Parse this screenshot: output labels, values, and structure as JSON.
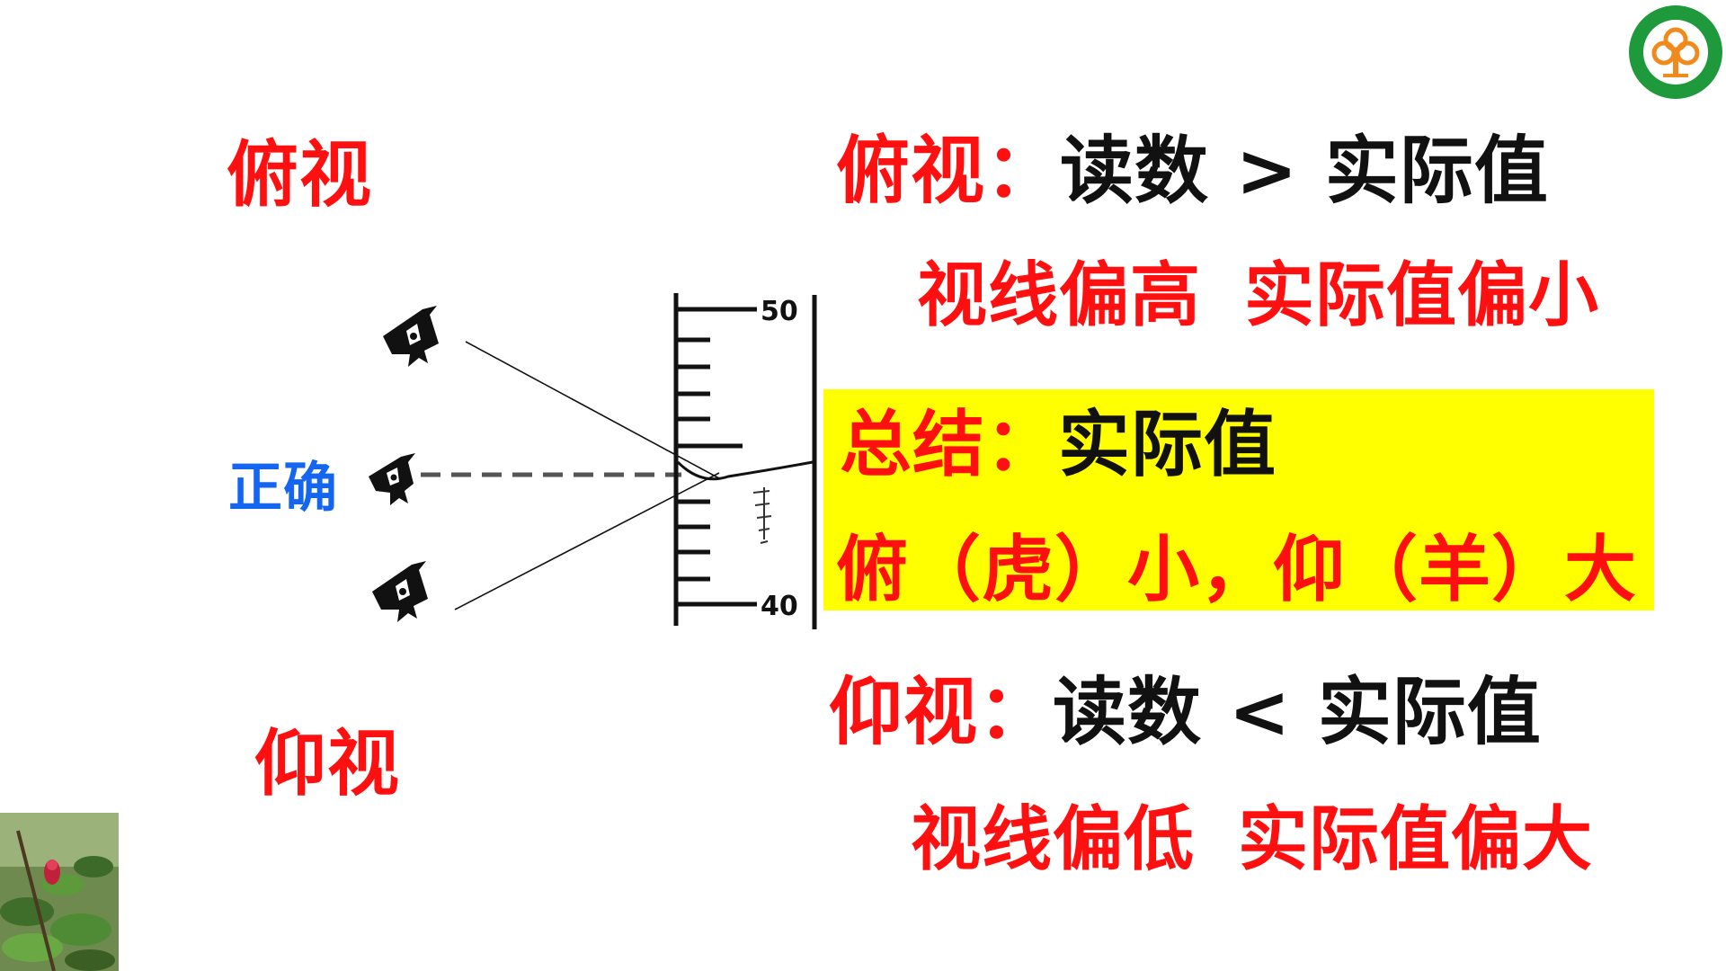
{
  "left_labels": {
    "fushi": "俯视",
    "zhengque": "正确",
    "yangshi": "仰视"
  },
  "fushi": {
    "prefix": "俯视",
    "colon": "：",
    "statement": "读数 > 实际值",
    "sub_a": "视线偏高",
    "sub_b": "实际值偏小"
  },
  "summary": {
    "title_prefix": "总结：",
    "title_rest": "实际值",
    "mnemonic": "俯（虎）小，仰（羊）大"
  },
  "yangshi": {
    "prefix": "仰视",
    "colon": "：",
    "statement": "读数 < 实际值",
    "sub_a": "视线偏低",
    "sub_b": "实际值偏大"
  },
  "cylinder": {
    "tick_top": "50",
    "tick_bottom": "40"
  },
  "colors": {
    "accent_red": "#ff1010",
    "correct_blue": "#1466f0",
    "highlight_yellow": "#ffff00",
    "logo_green": "#1e9a3c",
    "logo_orange": "#f08a1c"
  }
}
